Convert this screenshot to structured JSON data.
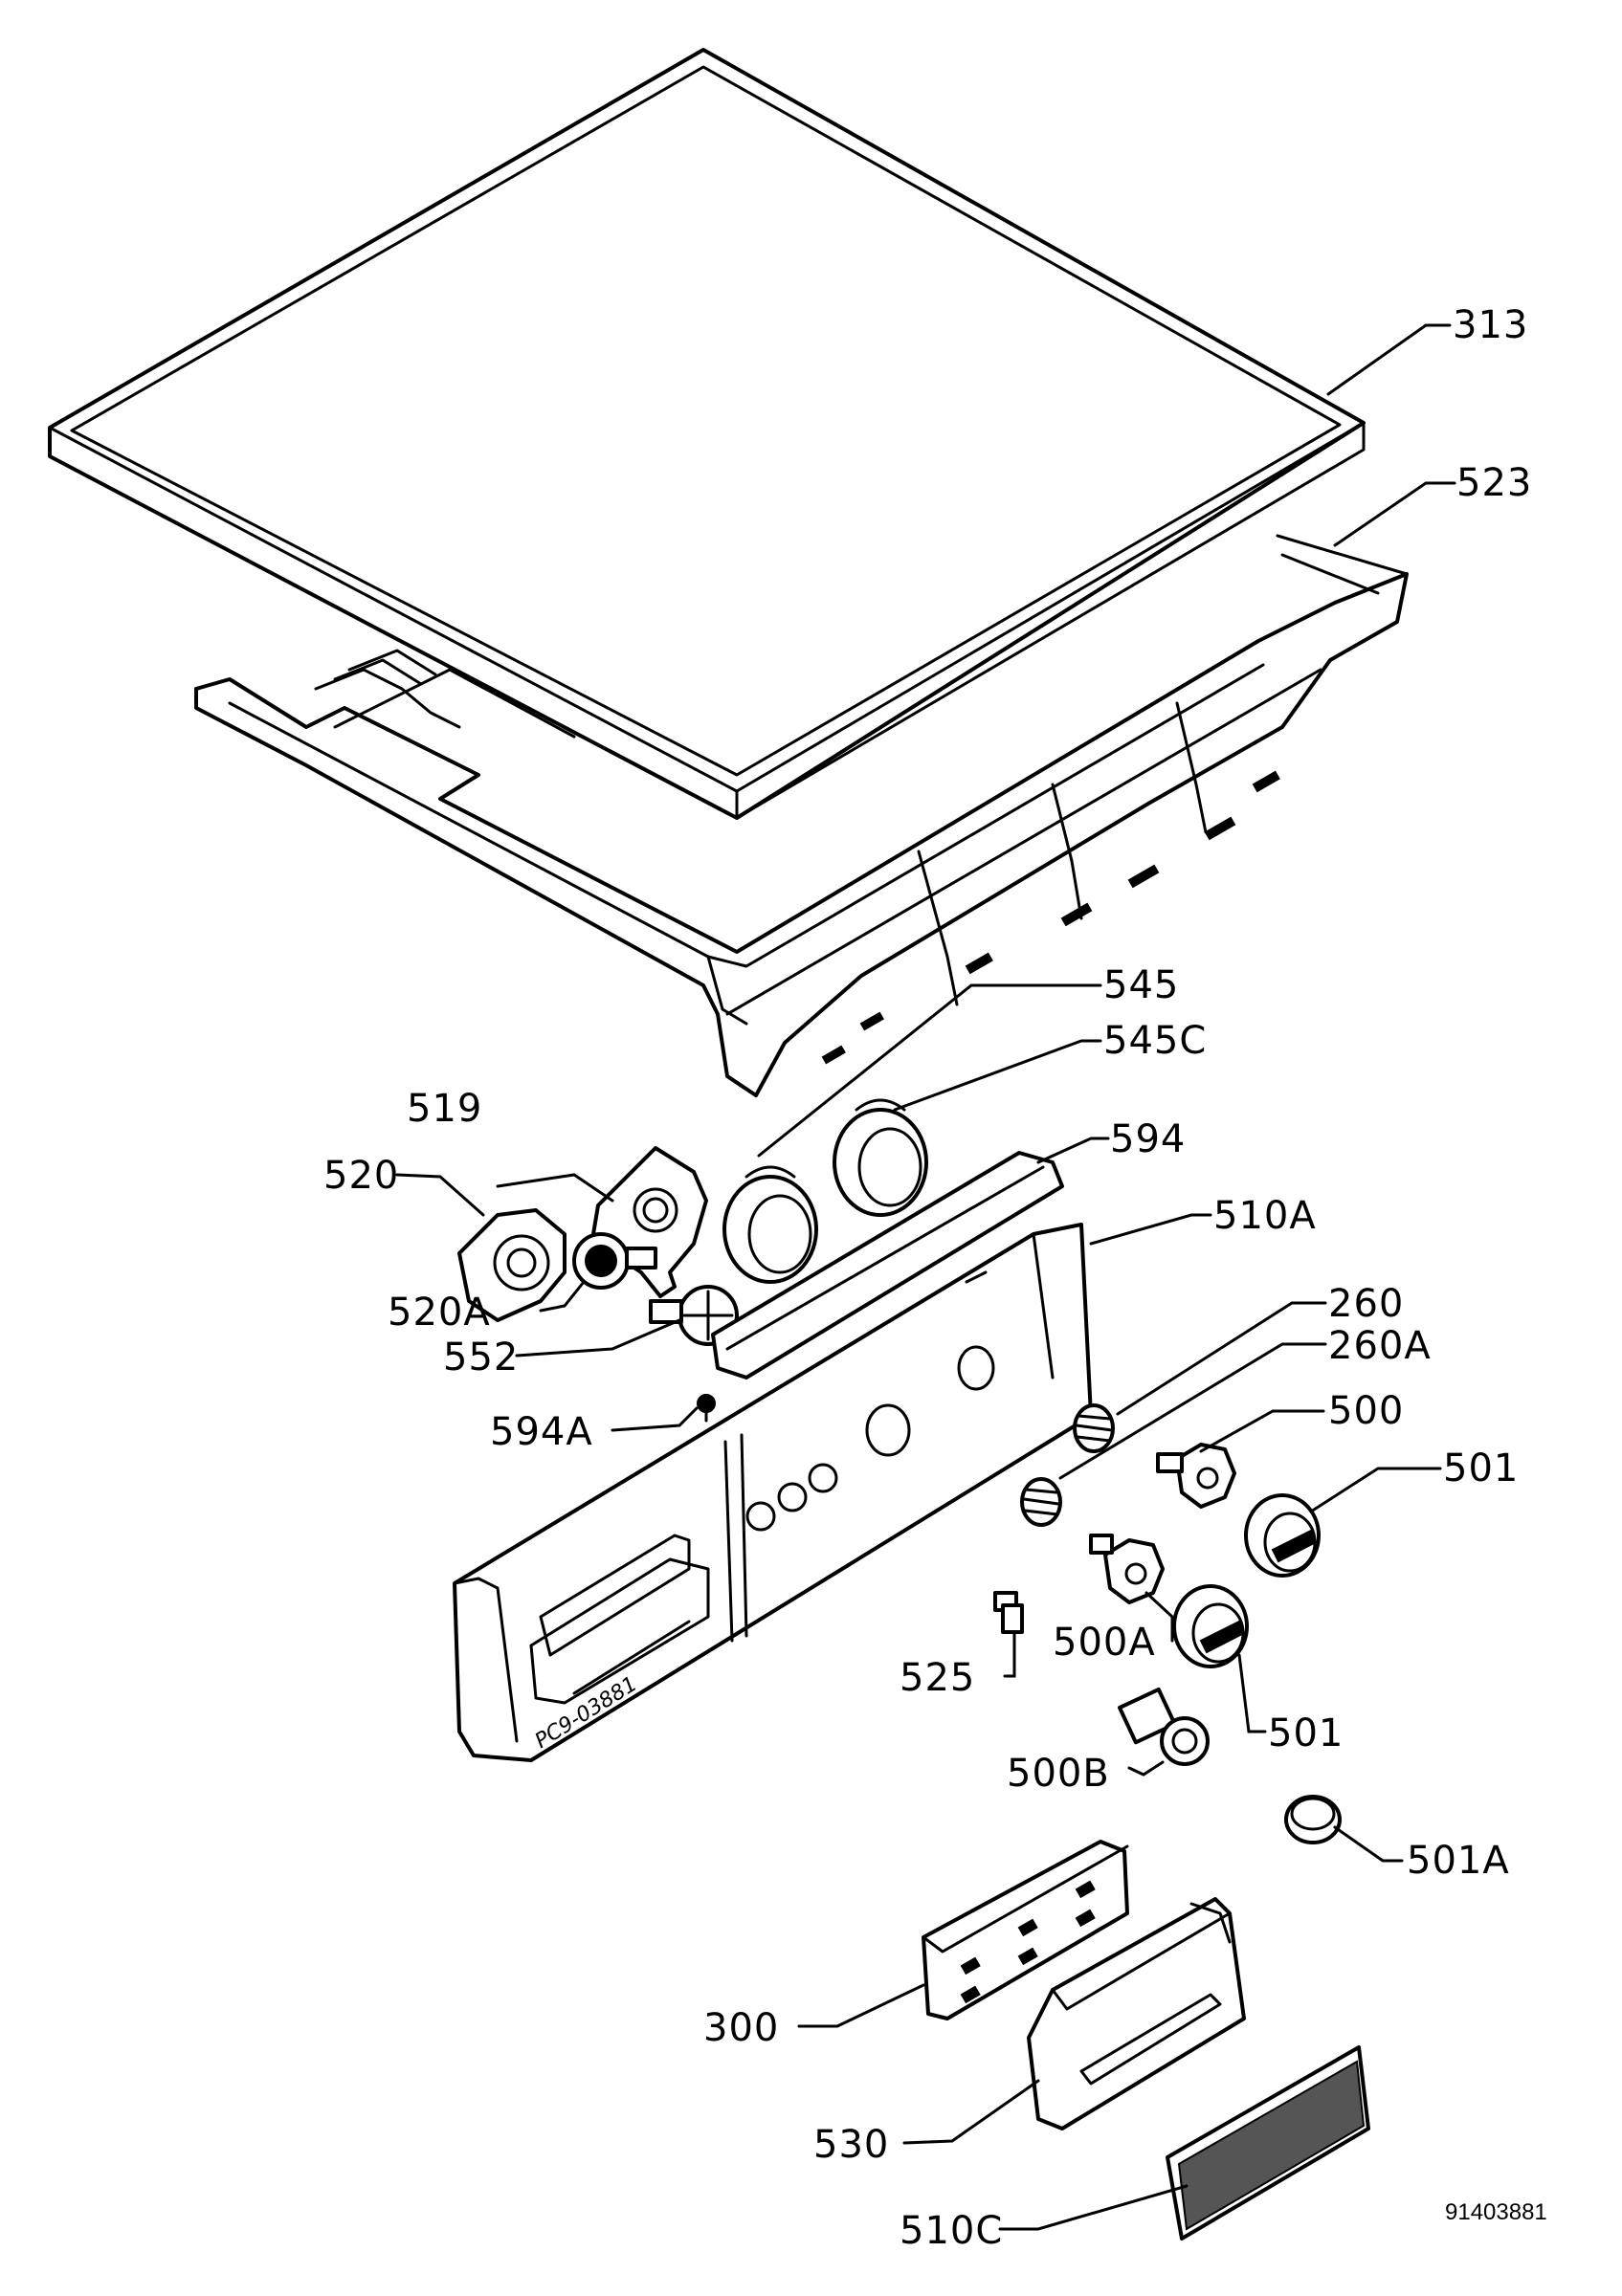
{
  "diagram": {
    "document_number": "91403881",
    "stamp_text": "PC9-03881",
    "callouts": {
      "c313": "313",
      "c523": "523",
      "c545": "545",
      "c545c": "545C",
      "c519": "519",
      "c594": "594",
      "c520": "520",
      "c510a": "510A",
      "c520a": "520A",
      "c260": "260",
      "c552": "552",
      "c260a": "260A",
      "c500": "500",
      "c594a": "594A",
      "c501_top": "501",
      "c500a": "500A",
      "c525": "525",
      "c501_bottom": "501",
      "c500b": "500B",
      "c501a": "501A",
      "c300": "300",
      "c530": "530",
      "c510c": "510C"
    }
  }
}
